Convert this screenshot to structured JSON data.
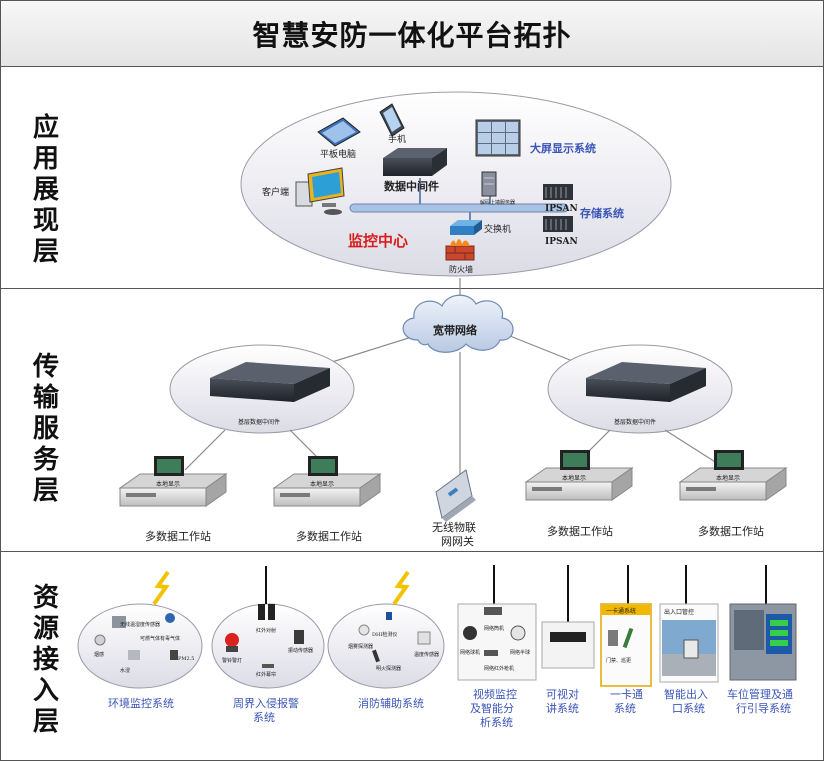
{
  "title": "智慧安防一体化平台拓扑",
  "layers": {
    "app": "应用展现层",
    "transport": "传输服务层",
    "resource": "资源接入层"
  },
  "app_layer": {
    "tablet": "平板电脑",
    "phone": "手机",
    "client": "客户端",
    "middleware": "数据中间件",
    "video_wall": "大屏显示系统",
    "decoder": "解码上墙服务器",
    "storage_a": "IPSAN",
    "storage_b": "IPSAN",
    "storage_system": "存储系统",
    "switch": "交换机",
    "monitoring_center": "监控中心",
    "firewall": "防火墙"
  },
  "transport_layer": {
    "broadband": "宽带网络",
    "base_mw_left": "基层数据中间件",
    "base_mw_right": "基层数据中间件",
    "ws_screen": "本地显示",
    "workstation_1": "多数据工作站",
    "workstation_2": "多数据工作站",
    "gateway": "无线物联网网关",
    "workstation_3": "多数据工作站",
    "workstation_4": "多数据工作站"
  },
  "resource_layer": {
    "env_sys": "环境监控系统",
    "env_items": [
      "无线温湿度传感器",
      "可燃气体",
      "有毒气体",
      "烟感",
      "水浸",
      "PM2.5"
    ],
    "perimeter_sys": "周界入侵报警系统",
    "perimeter_items": [
      "红外对射",
      "振动传感器",
      "警铃警灯",
      "红外幕帘"
    ],
    "fire_sys": "消防辅助系统",
    "fire_items": [
      "DHI检测仪",
      "烟雾探测器",
      "温度传感器",
      "明火探测器"
    ],
    "video_sys": "视频监控及智能分析系统",
    "video_items": [
      "网络筒机",
      "网络球机",
      "网络半球",
      "网络红外枪机"
    ],
    "intercom_sys": "可视对讲系统",
    "card_sys": "一卡通系统",
    "card_header": "一卡通系统",
    "card_items": [
      "门禁、巡更"
    ],
    "gate_sys": "智能出入口系统",
    "gate_header": "出入口管控",
    "parking_sys": "车位管理及通行引导系统"
  },
  "colors": {
    "border": "#555555",
    "title_bg": "#e8e8e8",
    "blue_label": "#3b55b8",
    "red_label": "#d81e1e",
    "ellipse_fill": "#e6e6ee",
    "device_dark": "#2b3038"
  }
}
